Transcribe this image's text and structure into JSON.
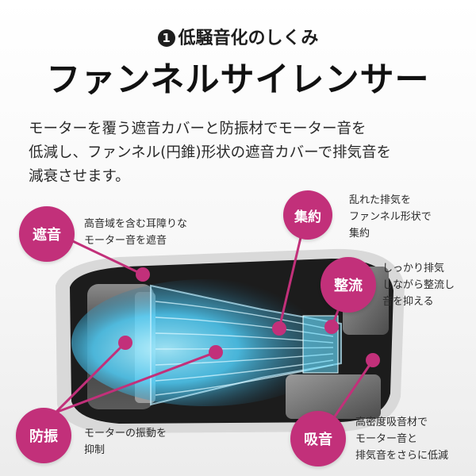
{
  "header": {
    "step_number": "1",
    "subtitle": "低騒音化のしくみ",
    "title": "ファンネルサイレンサー"
  },
  "lead": {
    "lines": [
      "モーターを覆う遮音カバーと防振材でモーター音を",
      "低減し、ファンネル(円錐)形状の遮音カバーで排気音を",
      "減衰させます。"
    ]
  },
  "features": {
    "shaon": {
      "label": "遮音",
      "lines": [
        "高音域を含む耳障りな",
        "モーター音を遮音"
      ]
    },
    "shuyaku": {
      "label": "集約",
      "lines": [
        "乱れた排気を",
        "ファンネル形状で",
        "集約"
      ]
    },
    "seiryu": {
      "label": "整流",
      "lines": [
        "しっかり排気",
        "しながら整流し",
        "音を抑える"
      ]
    },
    "boshin": {
      "label": "防振",
      "lines": [
        "モーターの振動を",
        "抑制"
      ]
    },
    "kyuon": {
      "label": "吸音",
      "lines": [
        "高密度吸音材で",
        "モーター音と",
        "排気音をさらに低減"
      ]
    }
  },
  "colors": {
    "accent": "#c2307a",
    "airflow": "#4fd3ff",
    "text": "#222222"
  }
}
